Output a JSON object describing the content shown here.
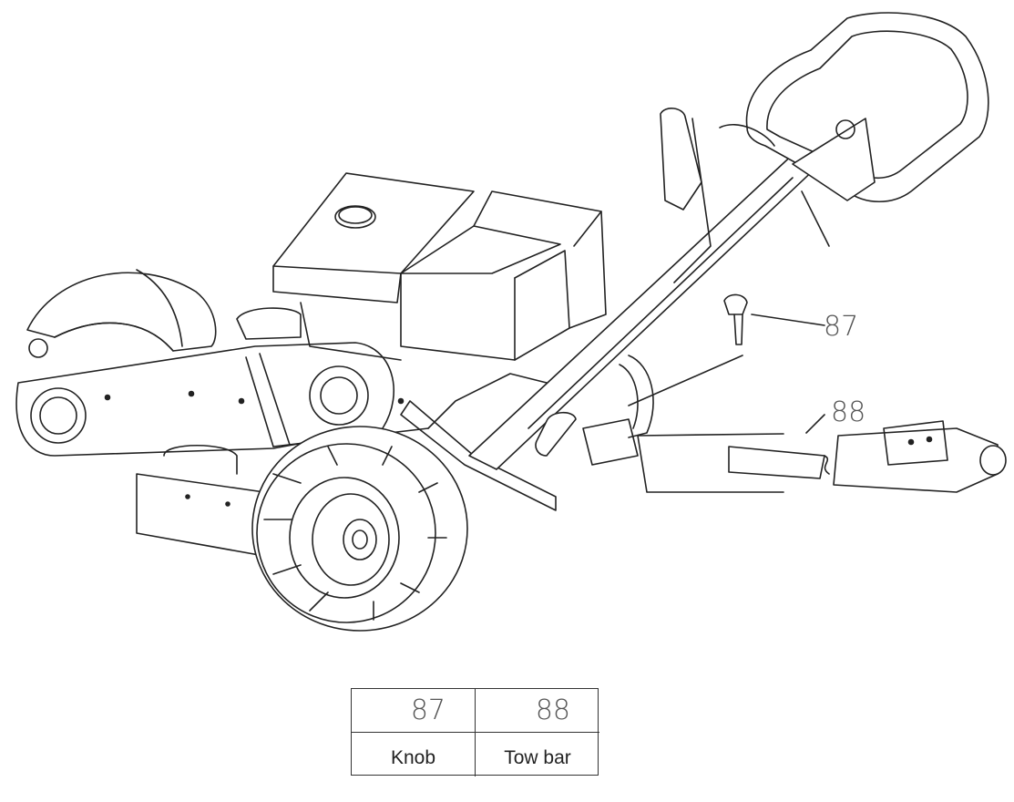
{
  "callouts": [
    {
      "number": "87"
    },
    {
      "number": "88"
    }
  ],
  "legend": {
    "columns": [
      {
        "number": "87",
        "name": "Knob"
      },
      {
        "number": "88",
        "name": "Tow bar"
      }
    ]
  }
}
